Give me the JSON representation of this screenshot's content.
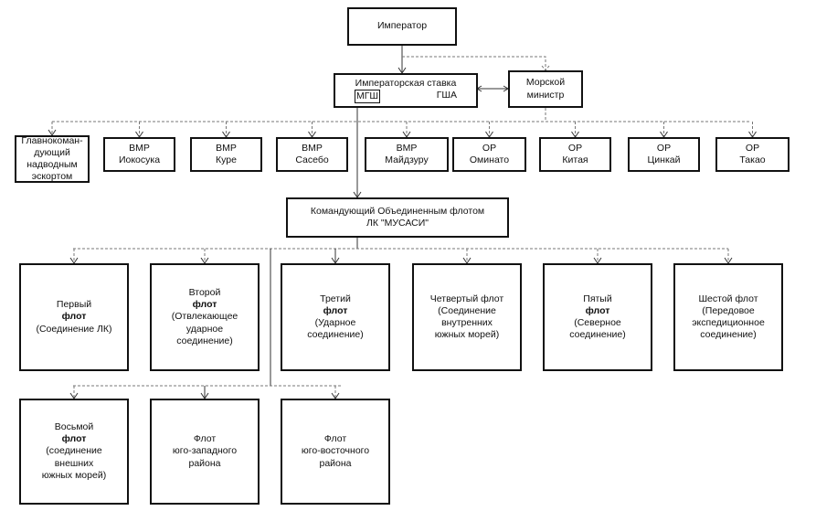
{
  "top": {
    "emperor": "Император"
  },
  "hq": {
    "line1": "Императорская ставка",
    "mgsh": "МГШ",
    "gsha": "ГША"
  },
  "ministry": {
    "line1": "Морской",
    "line2": "министр"
  },
  "row2": [
    {
      "lines": [
        "Главноко­ман-",
        "дующий",
        "надводным",
        "эскортом"
      ]
    },
    {
      "lines": [
        "ВМР",
        "Иокосука"
      ]
    },
    {
      "lines": [
        "ВМР",
        "Куре"
      ]
    },
    {
      "lines": [
        "ВМР",
        "Сасебо"
      ]
    },
    {
      "lines": [
        "ВМР",
        "Майдзуру"
      ]
    },
    {
      "lines": [
        "ОР",
        "Оминато"
      ]
    },
    {
      "lines": [
        "ОР",
        "Китая"
      ]
    },
    {
      "lines": [
        "ОР",
        "Цинкай"
      ]
    },
    {
      "lines": [
        "ОР",
        "Такао"
      ]
    }
  ],
  "commander": {
    "line1": "Командующий  Объединенным  флотом",
    "line2": "ЛК \"МУСАСИ\""
  },
  "fleets": [
    {
      "pre": "Первый",
      "bold": "флот",
      "lines": [
        "(Соединение ЛК)"
      ]
    },
    {
      "pre": "Второй",
      "bold": "флот",
      "lines": [
        "(Отвлекающее",
        "ударное",
        "соединение)"
      ]
    },
    {
      "pre": "Третий",
      "bold": "флот",
      "lines": [
        "(Ударное",
        "соединение)"
      ]
    },
    {
      "pre": "Четвертый  флот",
      "bold": "",
      "lines": [
        "(Соединение",
        "внутренних",
        "южных морей)"
      ]
    },
    {
      "pre": "Пятый",
      "bold": "флот",
      "lines": [
        "(Северное",
        "соединение)"
      ]
    },
    {
      "pre": "Шестой флот",
      "bold": "",
      "lines": [
        "(Передовое",
        "экспедиционное",
        "соединение)"
      ]
    }
  ],
  "fleets2": [
    {
      "pre": "Восьмой",
      "bold": "флот",
      "lines": [
        "(соединение",
        "внешних",
        "южных морей)"
      ]
    },
    {
      "pre": "Флот",
      "bold": "",
      "lines": [
        "юго-западного",
        "района"
      ]
    },
    {
      "pre": "Флот",
      "bold": "",
      "lines": [
        "юго-восточного",
        "района"
      ]
    }
  ]
}
